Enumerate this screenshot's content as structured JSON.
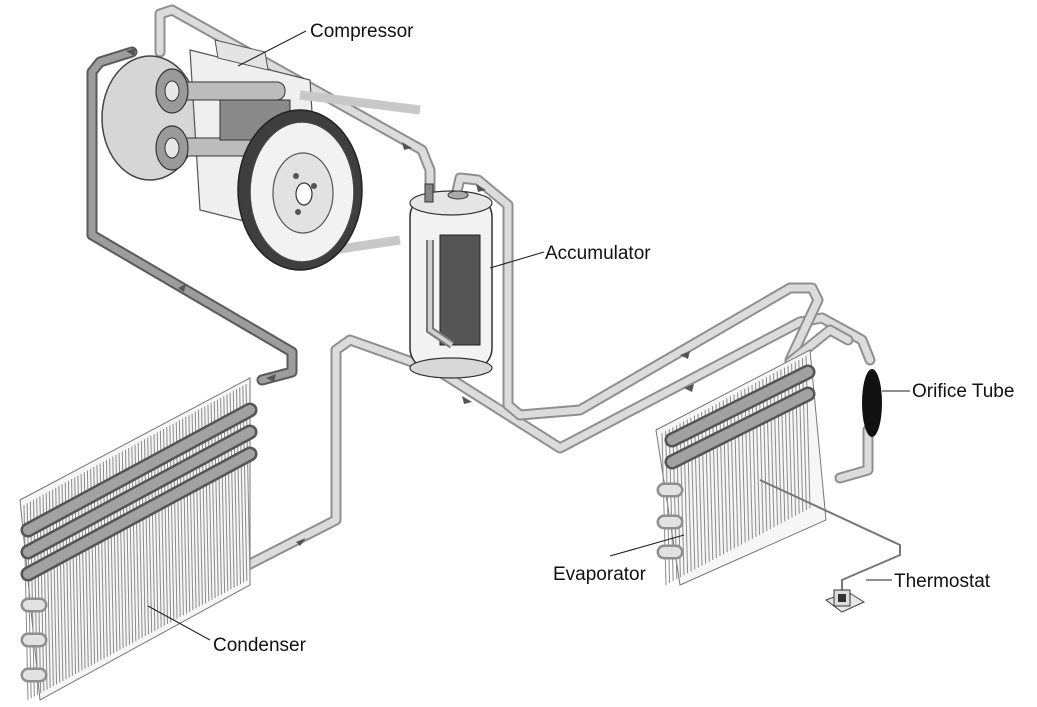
{
  "labels": {
    "compressor": "Compressor",
    "accumulator": "Accumulator",
    "orifice_tube": "Orifice Tube",
    "evaporator": "Evaporator",
    "thermostat": "Thermostat",
    "condenser": "Condenser"
  },
  "colors": {
    "background": "#ffffff",
    "high_pressure_line": "#5a5a5a",
    "low_pressure_line": "#dcdcdc",
    "orifice_tube": "#111111",
    "label_text": "#111111"
  },
  "icons": [
    "compressor-icon",
    "accumulator-icon",
    "condenser-icon",
    "evaporator-icon",
    "orifice-tube-icon",
    "thermostat-icon",
    "flow-arrow-icon"
  ]
}
